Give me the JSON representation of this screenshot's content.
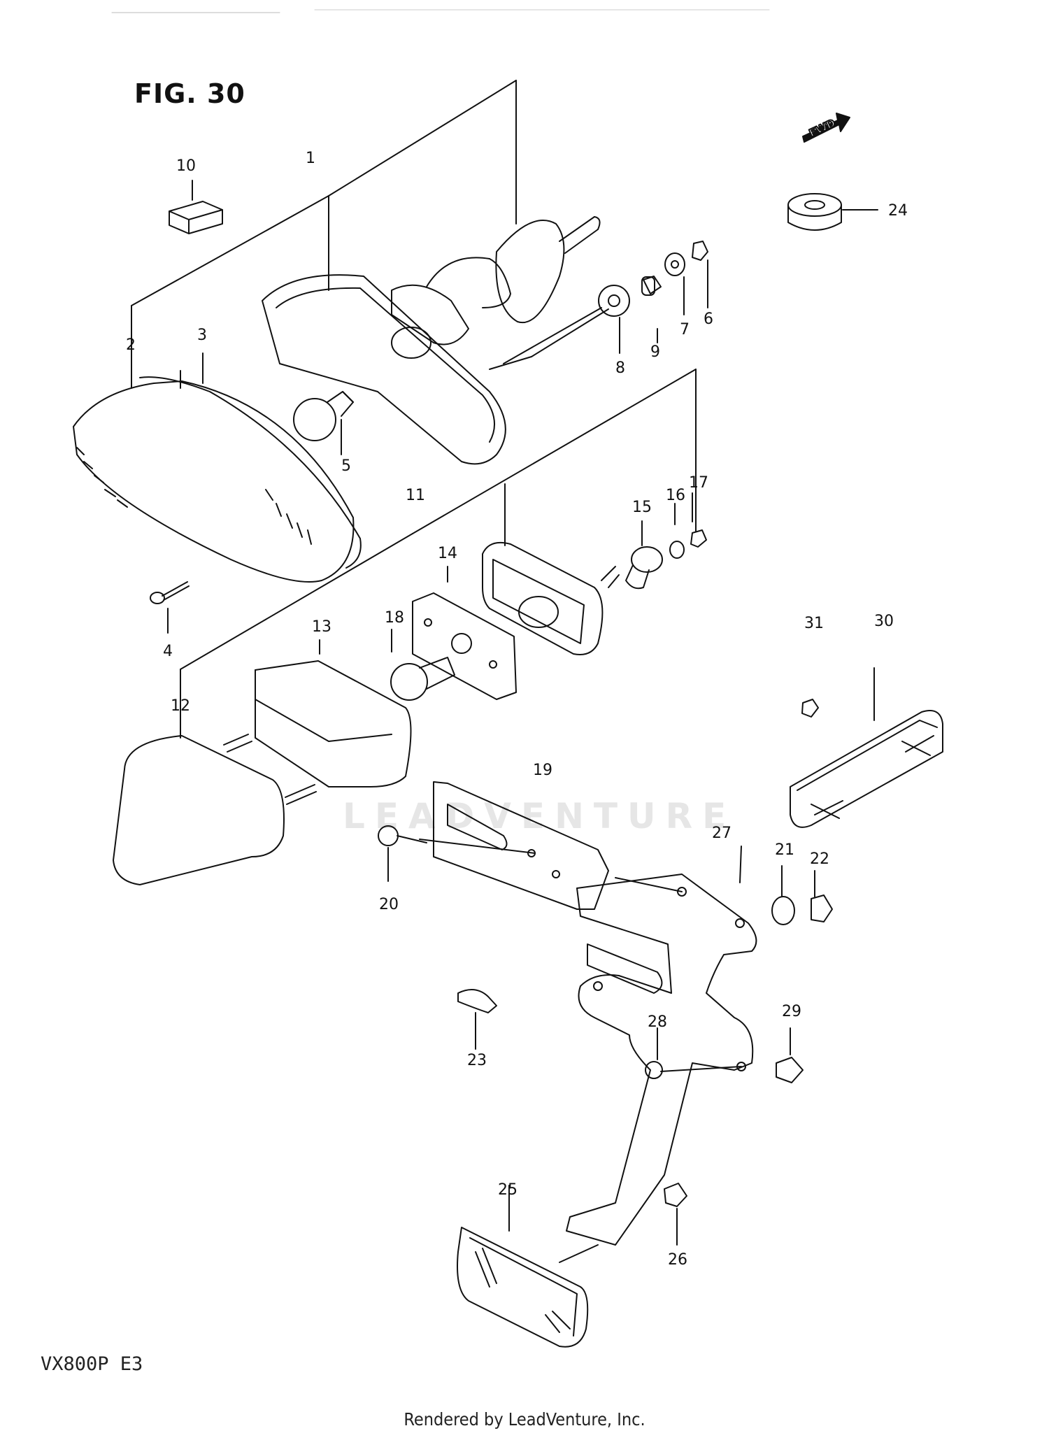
{
  "figure": {
    "title": "FIG. 30",
    "fwd_label": "FWD"
  },
  "model": "VX800P  E3",
  "watermark": "LEADVENTURE",
  "footer": "Rendered by LeadVenture, Inc.",
  "callouts": [
    "1",
    "2",
    "3",
    "4",
    "5",
    "6",
    "7",
    "8",
    "9",
    "10",
    "11",
    "12",
    "13",
    "14",
    "15",
    "16",
    "17",
    "18",
    "19",
    "20",
    "21",
    "22",
    "23",
    "24",
    "25",
    "26",
    "27",
    "28",
    "29",
    "30",
    "31"
  ]
}
